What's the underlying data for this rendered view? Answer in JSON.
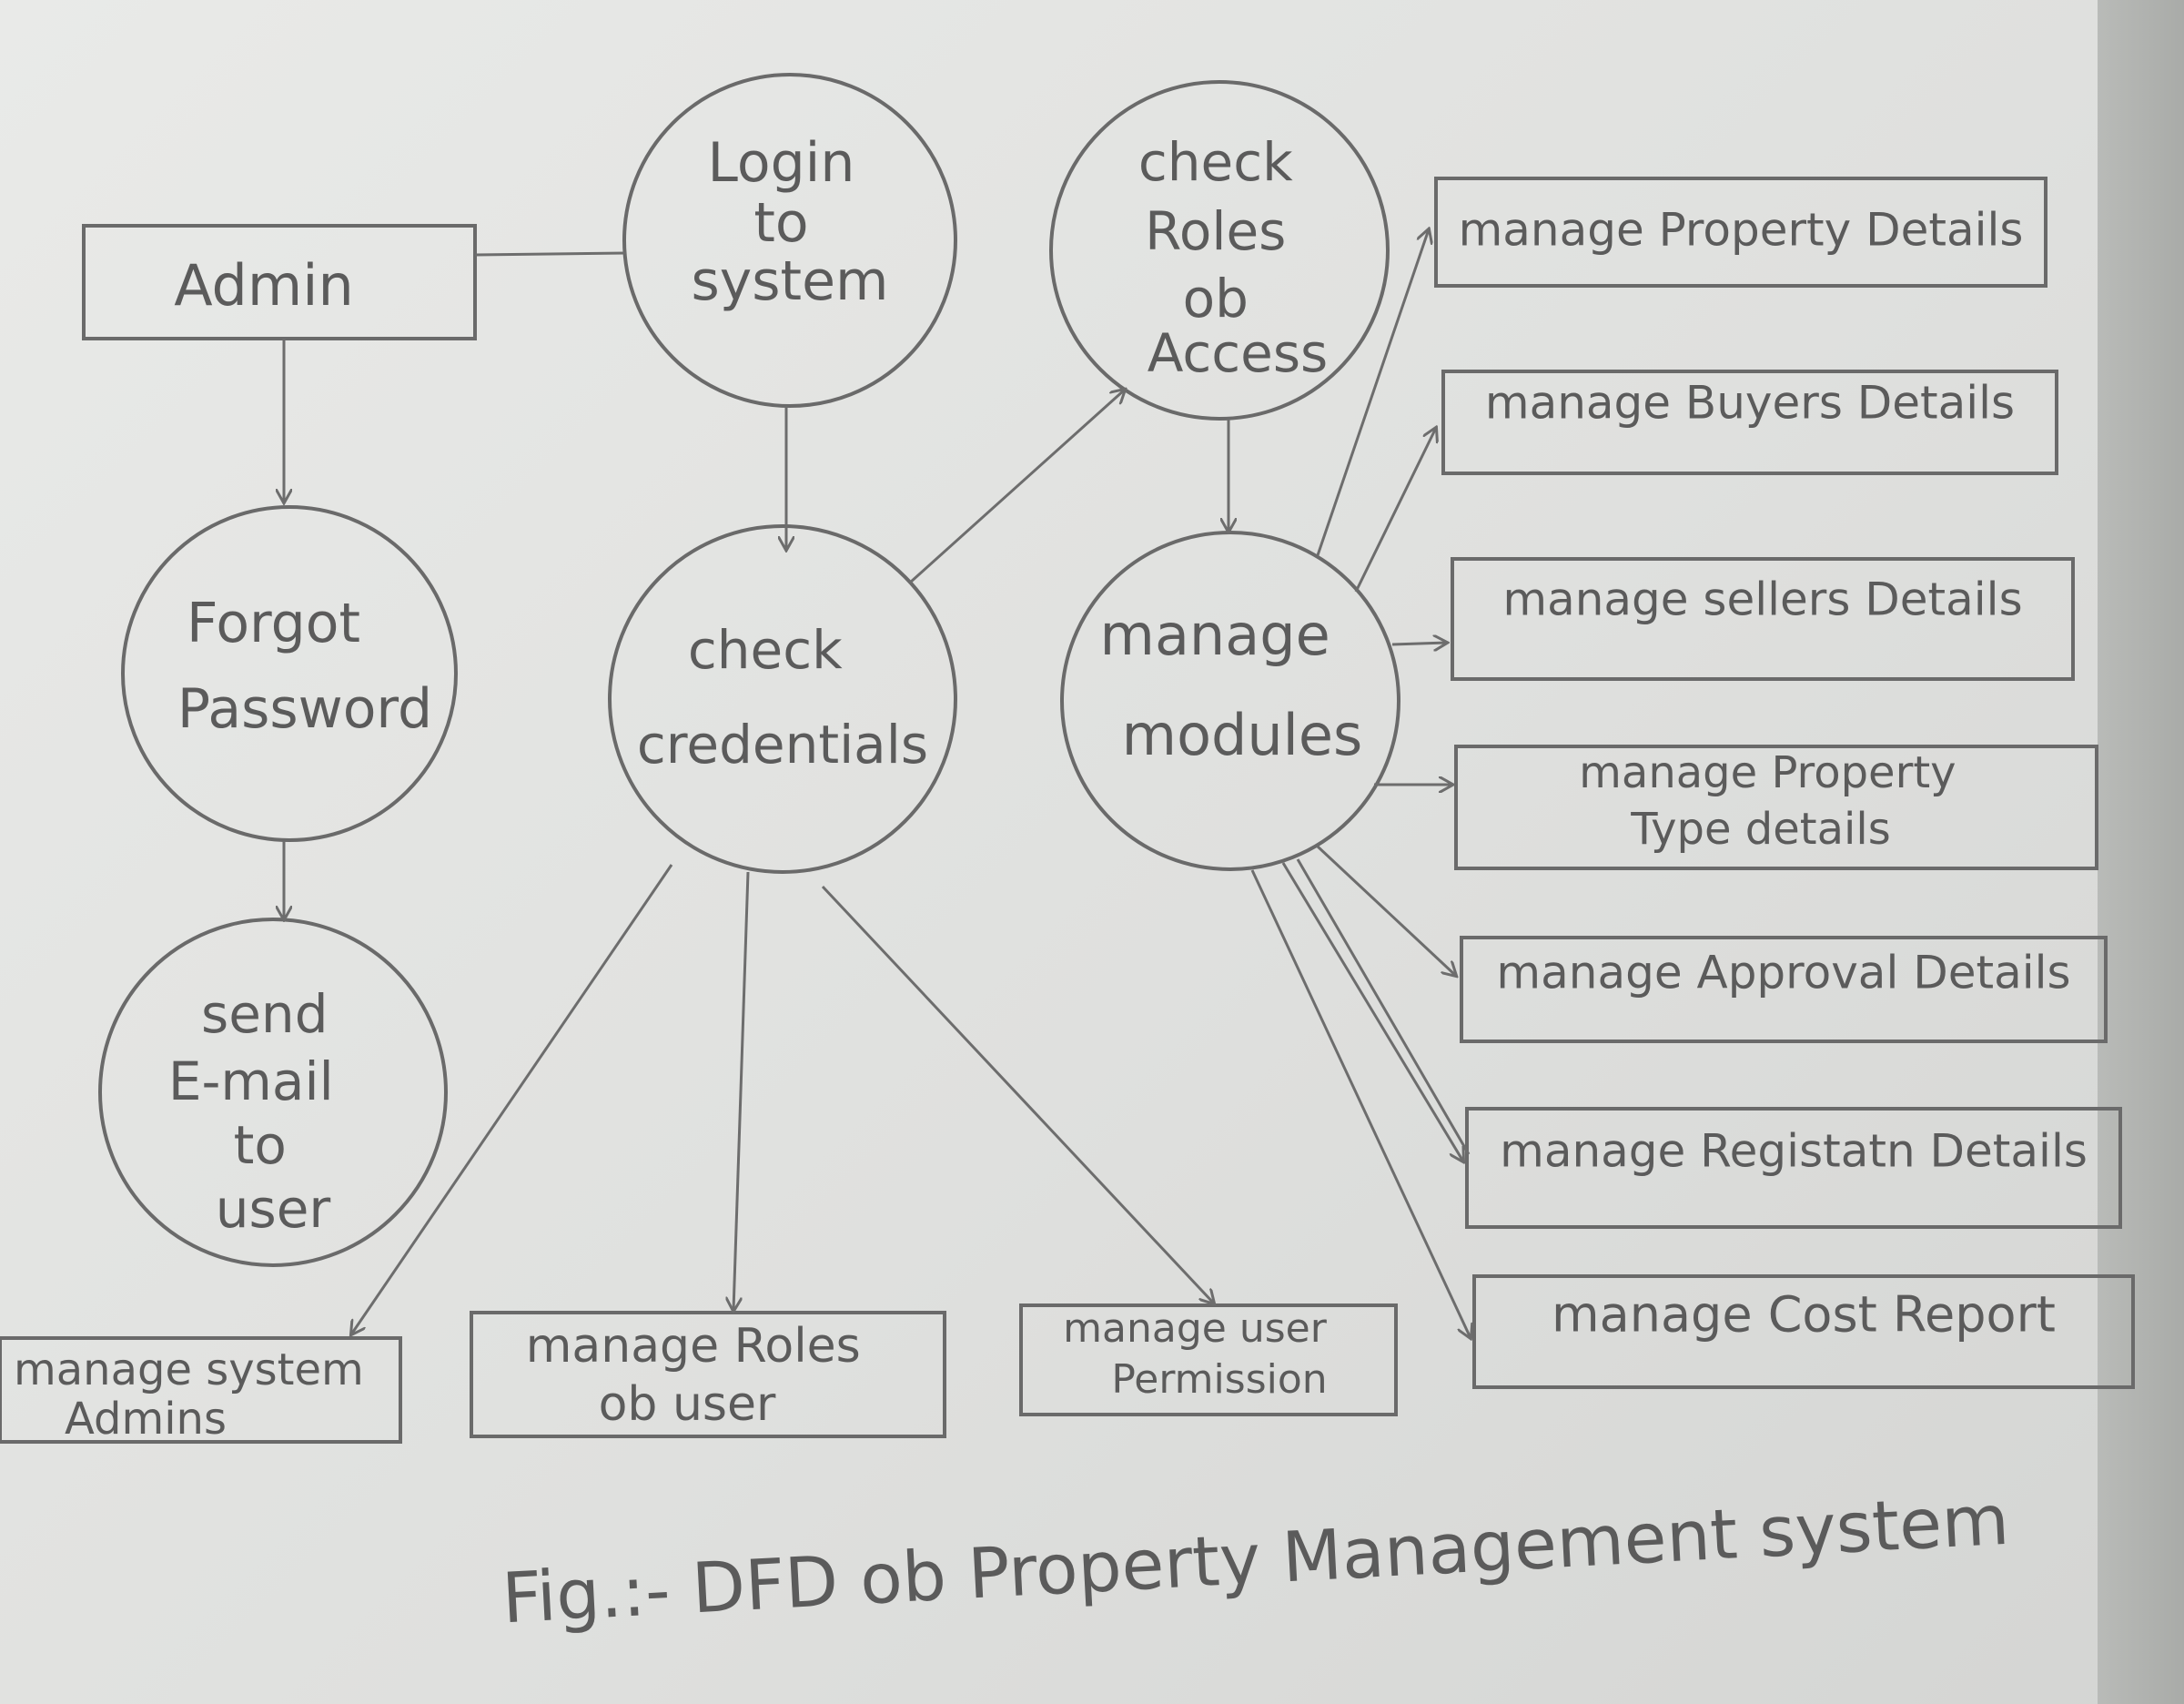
{
  "entity": {
    "admin": "Admin"
  },
  "processes": {
    "login": [
      "Login",
      "to",
      "system"
    ],
    "check_roles": [
      "check",
      "Roles",
      "ob",
      "Access"
    ],
    "forgot": [
      "Forgot",
      "Password"
    ],
    "check_credentials": [
      "check",
      "credentials"
    ],
    "manage_modules": [
      "manage",
      "modules"
    ],
    "send_email": [
      "send",
      "E-mail",
      "to",
      "user"
    ]
  },
  "stores": {
    "property_details": [
      "manage Property Details"
    ],
    "buyers_details": [
      "manage Buyers Details"
    ],
    "sellers_details": [
      "manage sellers Details"
    ],
    "property_type": [
      "manage Property",
      "Type details"
    ],
    "approval_details": [
      "manage Approval Details"
    ],
    "registration_details": [
      "manage Registatn Details"
    ],
    "cost_report": [
      "manage Cost Report"
    ],
    "system_admins": [
      "manage system",
      "Admins"
    ],
    "roles_of_user": [
      "manage Roles",
      "ob user"
    ],
    "user_permission": [
      "manage user",
      "Permission"
    ]
  },
  "caption": "Fig.:- DFD ob Property Management system",
  "colors": {
    "pencil": "#5b5b5b",
    "paper": "#e6e7e5"
  }
}
